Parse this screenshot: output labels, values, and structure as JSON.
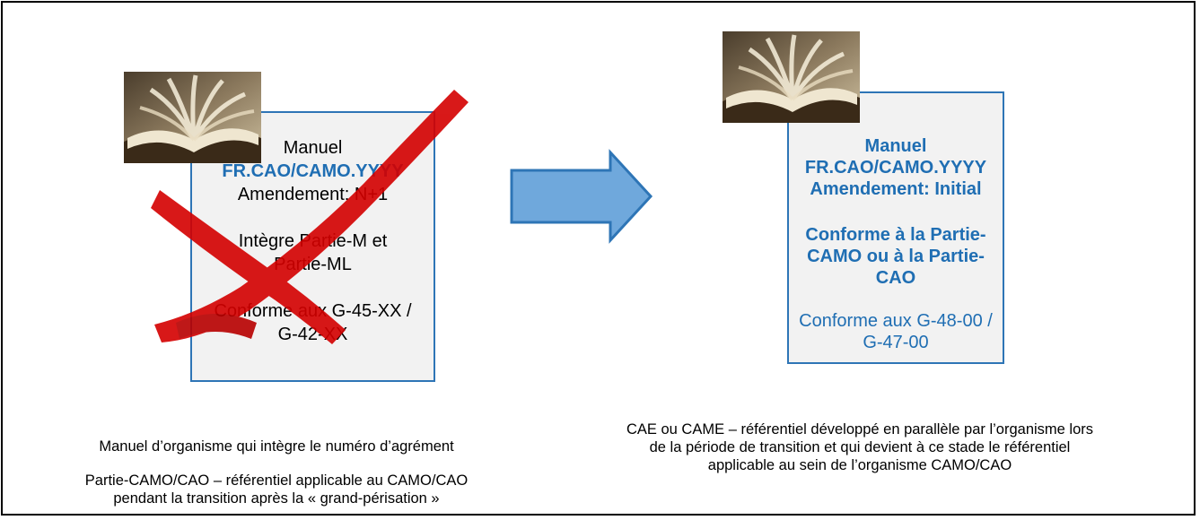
{
  "left_document": {
    "line1": "Manuel",
    "line2": "FR.CAO/CAMO.YYYY",
    "line3": "Amendement: N+1",
    "line4": "Intègre Partie-M et",
    "line5": "Partie-ML",
    "line6": "Conforme aux G-45-XX /",
    "line7": "G-42-XX"
  },
  "right_document": {
    "line1": "Manuel",
    "line2": "FR.CAO/CAMO.YYYY",
    "line3": "Amendement: Initial",
    "line4": "Conforme à la Partie-",
    "line5": "CAMO ou à la Partie-",
    "line6": "CAO",
    "line7": "Conforme aux G-48-00 /",
    "line8": "G-47-00"
  },
  "left_caption": {
    "line1": "Manuel d’organisme qui intègre le numéro d’agrément",
    "line2": "Partie-CAMO/CAO – référentiel applicable au CAMO/CAO",
    "line3": "pendant la transition après la « grand-périsation »"
  },
  "right_caption": {
    "line1": "CAE ou CAME – référentiel développé en parallèle par l’organisme lors",
    "line2": "de la période de transition et qui devient à ce stade le référentiel",
    "line3": "applicable au sein de l’organisme CAMO/CAO"
  },
  "colors": {
    "accent_blue": "#1f6eb3",
    "arrow_fill": "#6fa8dc",
    "arrow_stroke": "#2e75b6",
    "cross_red": "#d40000",
    "doc_fill": "#f2f2f2"
  },
  "icons": [
    "book-icon",
    "red-cross-mark",
    "right-arrow"
  ]
}
